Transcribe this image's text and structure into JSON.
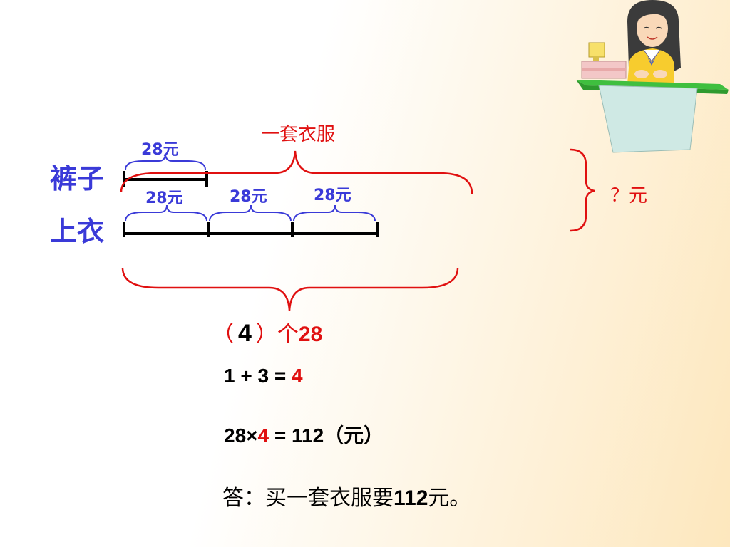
{
  "rows": {
    "pants_label": "裤子",
    "shirt_label": "上衣"
  },
  "segments": {
    "pants_price": "28元",
    "shirt_prices": [
      "28元",
      "28元",
      "28元"
    ]
  },
  "braces": {
    "suit_label": "一套衣服",
    "total_label": "？元",
    "count_open": "（",
    "count_value": "4",
    "count_close": "）",
    "count_suffix_unit": "个",
    "count_suffix_num": "28"
  },
  "equations": {
    "eq1_left": "1 + 3 = ",
    "eq1_result": "4",
    "eq2_left": "28×",
    "eq2_mid": "4",
    "eq2_right": " = 112（元）",
    "answer_prefix": "答：买一套衣服要",
    "answer_num": "112",
    "answer_suffix": "元。"
  },
  "colors": {
    "label_blue": "#3a3ad8",
    "brace_red": "#e01010",
    "bar_black": "#000000",
    "counter_green": "#3fbf3f"
  },
  "icons": [
    "girl-cashier-icon",
    "cash-register-icon"
  ]
}
